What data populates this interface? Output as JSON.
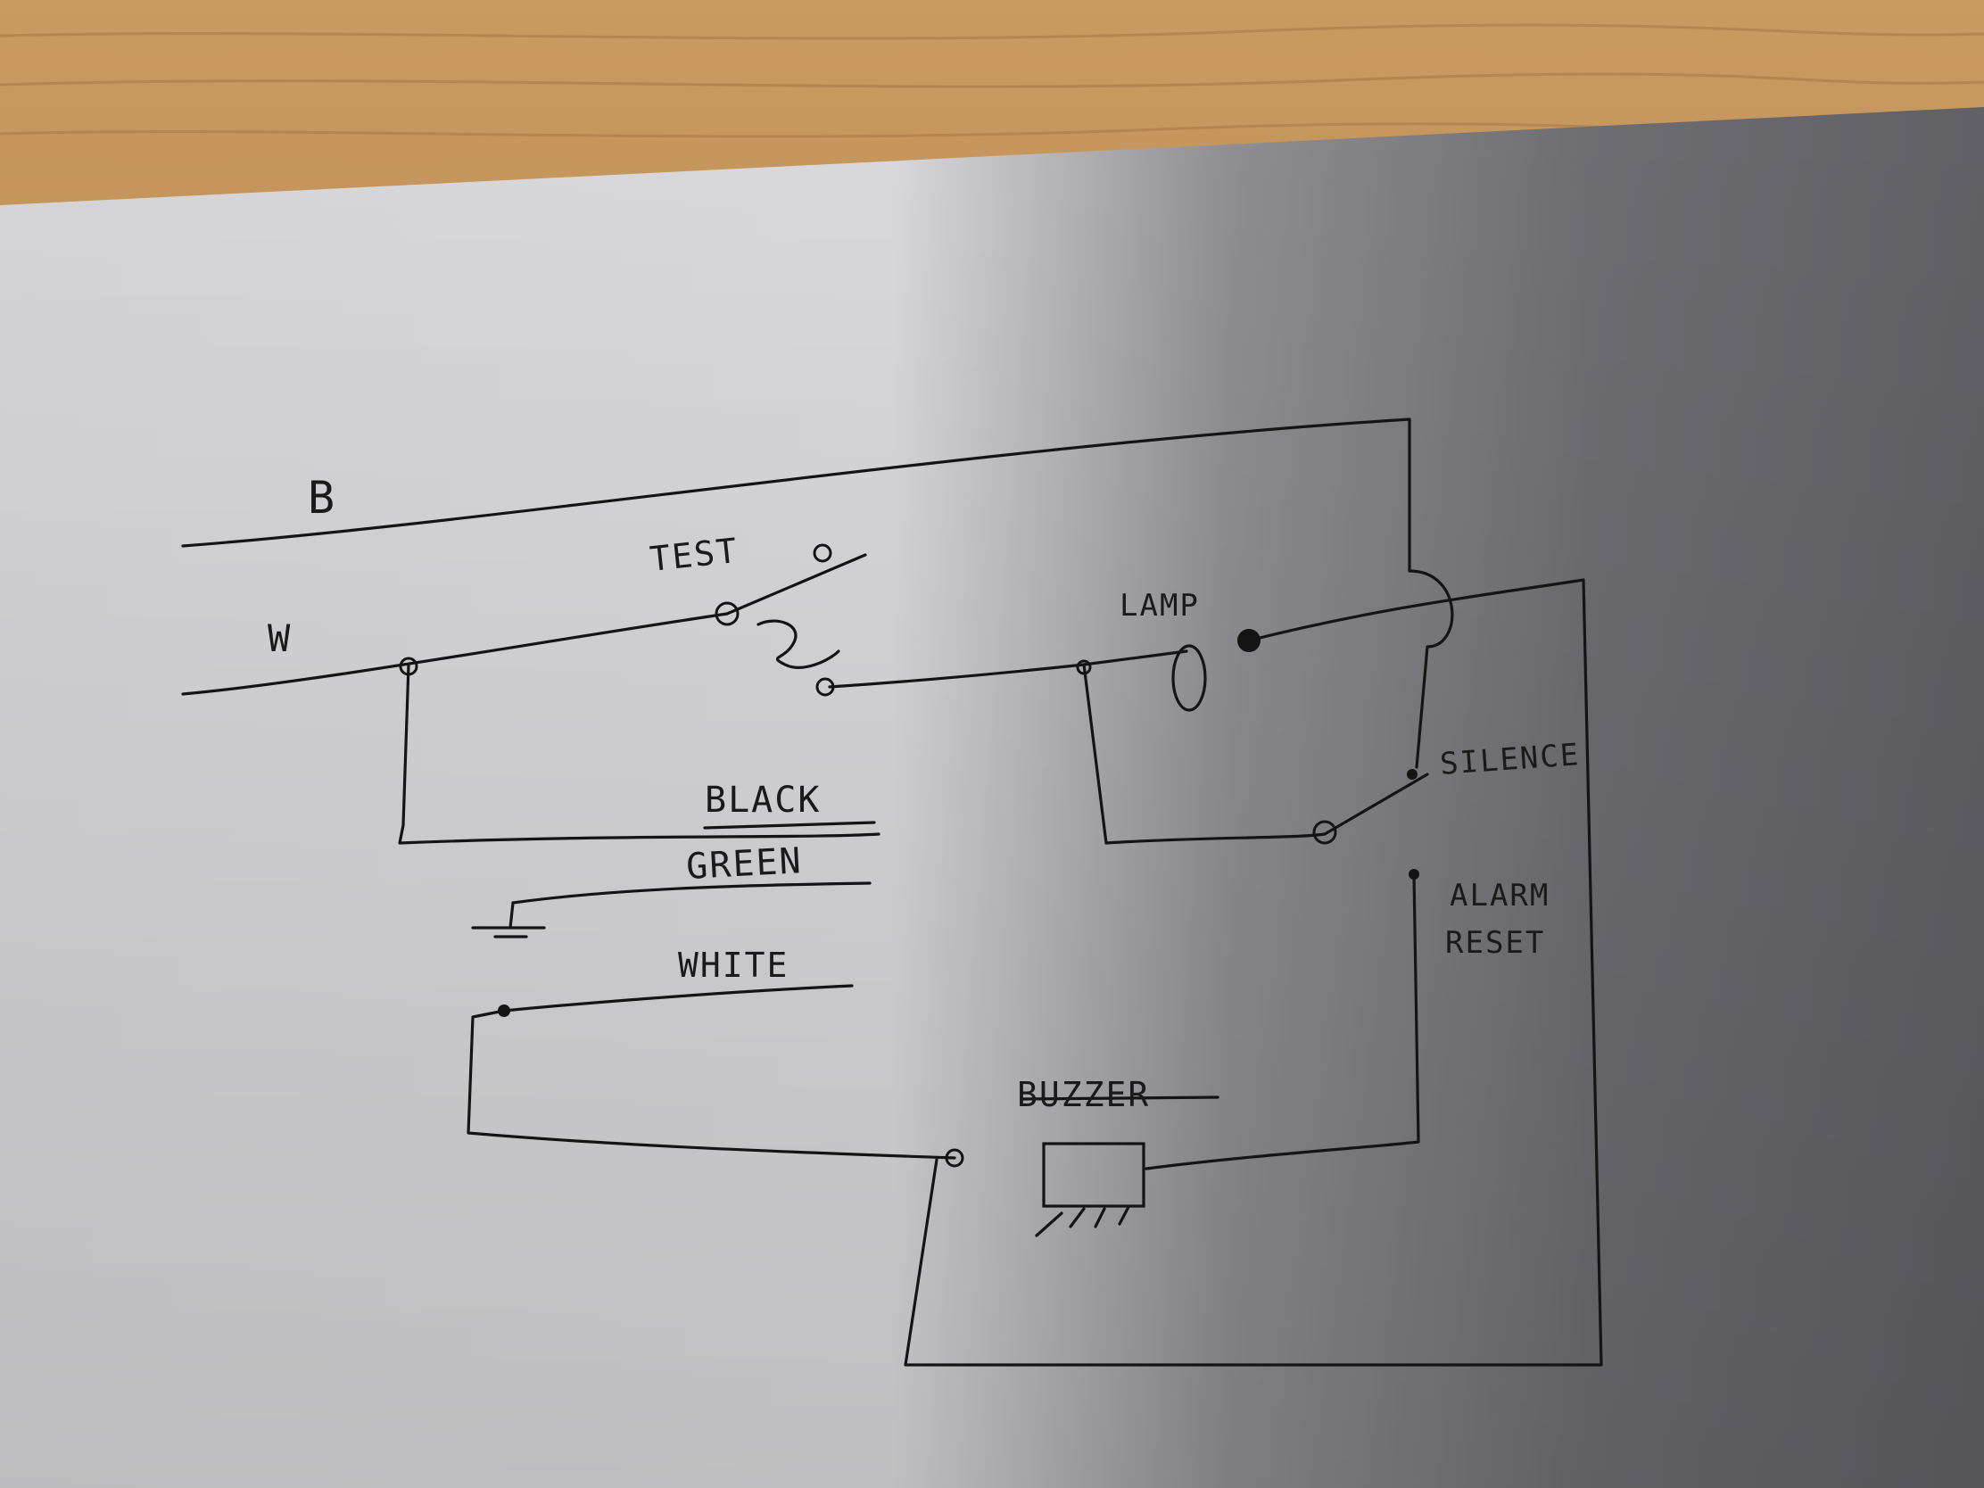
{
  "diagram": {
    "labels": {
      "b": "B",
      "w": "W",
      "test": "TEST",
      "lamp": "LAMP",
      "silence": "SILENCE",
      "black": "BLACK",
      "green": "GREEN",
      "white": "WHITE",
      "alarm": "ALARM",
      "reset": "RESET",
      "buzzer": "BUZZER"
    }
  }
}
